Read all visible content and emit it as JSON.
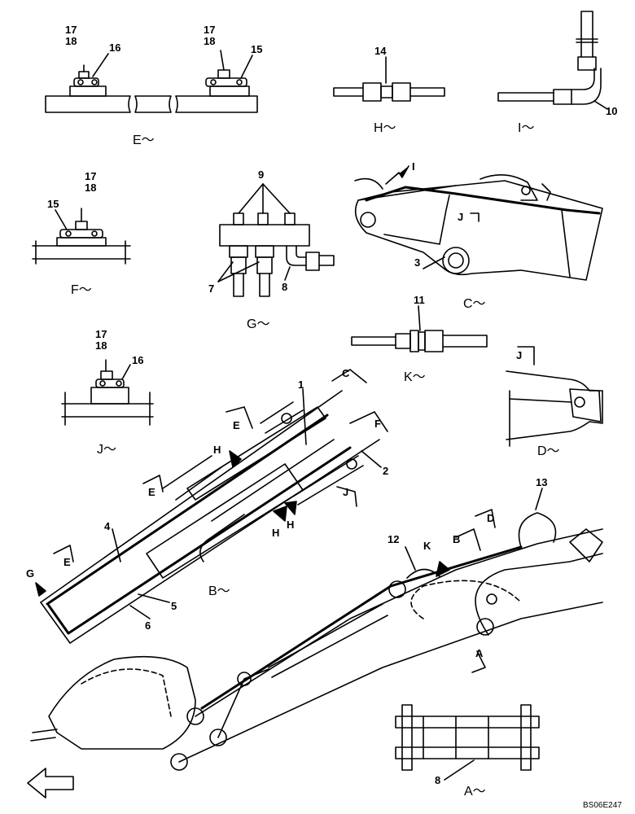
{
  "drawing_code": "BS06E247",
  "captions": {
    "E": "E～",
    "H": "H～",
    "I": "I～",
    "F": "F～",
    "G": "G～",
    "C": "C～",
    "K": "K～",
    "J": "J～",
    "D": "D～",
    "B": "B～",
    "A": "A～"
  },
  "part_numbers": {
    "e1_17": "17",
    "e1_18": "18",
    "e1_16": "16",
    "e2_17": "17",
    "e2_18": "18",
    "e2_15": "15",
    "h_14": "14",
    "i_10": "10",
    "f_17": "17",
    "f_18": "18",
    "f_15": "15",
    "g_9": "9",
    "g_7": "7",
    "g_8": "8",
    "c_3": "3",
    "k_11": "11",
    "j_17": "17",
    "j_18": "18",
    "j_16": "16",
    "b_1": "1",
    "b_2": "2",
    "b_4": "4",
    "b_5": "5",
    "b_6": "6",
    "m_12": "12",
    "m_13": "13",
    "a_8": "8"
  },
  "view_markers": {
    "I": "I",
    "J_c": "J",
    "C": "C",
    "E1": "E",
    "E2": "E",
    "E3": "E",
    "F": "F",
    "H1": "H",
    "H2": "H",
    "H3": "H",
    "J_b": "J",
    "G": "G",
    "K": "K",
    "B": "B",
    "D": "D",
    "A": "A",
    "J_d": "J"
  }
}
